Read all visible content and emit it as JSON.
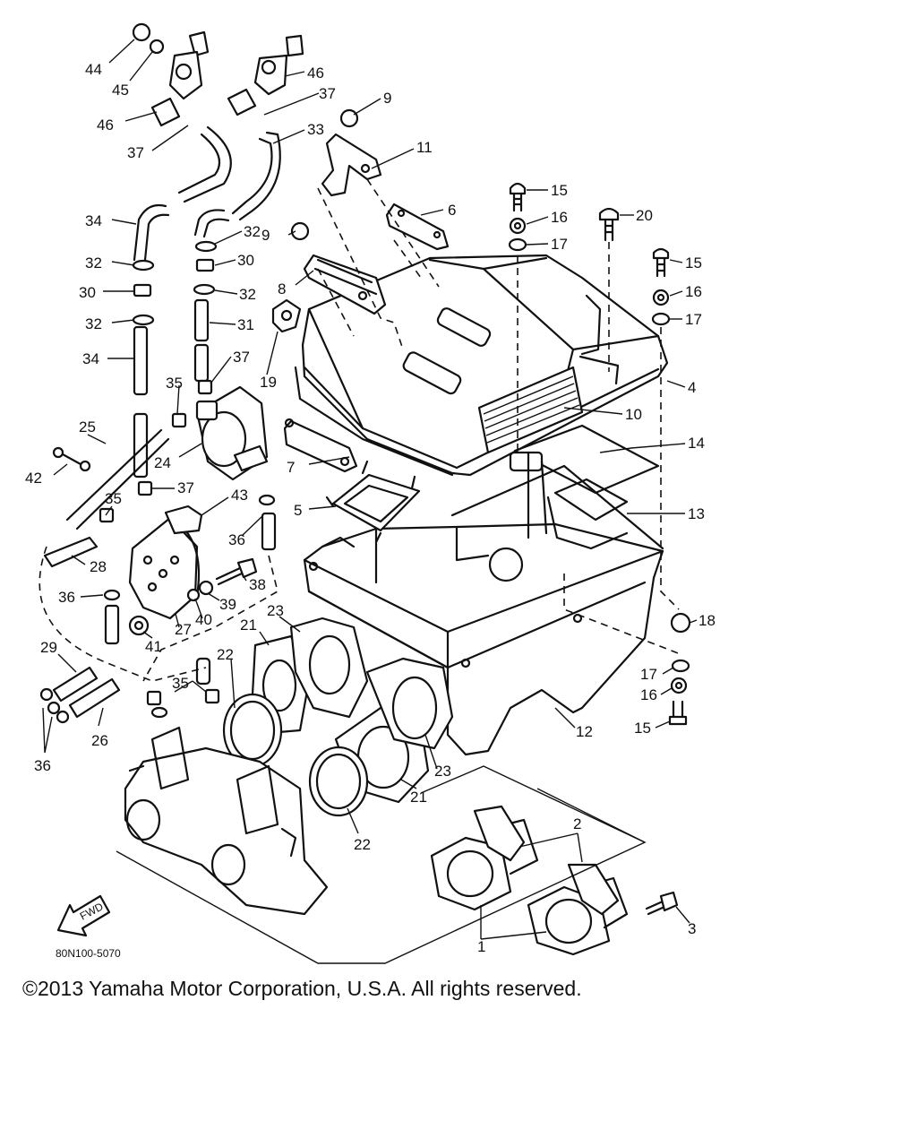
{
  "diagram": {
    "code": "80N100-5070",
    "fwd_label": "FWD",
    "callouts": {
      "c1": "1",
      "c2": "2",
      "c3": "3",
      "c4": "4",
      "c5": "5",
      "c6": "6",
      "c7": "7",
      "c8": "8",
      "c9a": "9",
      "c9b": "9",
      "c10": "10",
      "c11": "11",
      "c12": "12",
      "c13": "13",
      "c14": "14",
      "c15a": "15",
      "c15b": "15",
      "c15c": "15",
      "c16a": "16",
      "c16b": "16",
      "c16c": "16",
      "c17a": "17",
      "c17b": "17",
      "c17c": "17",
      "c18": "18",
      "c19": "19",
      "c20": "20",
      "c21a": "21",
      "c21b": "21",
      "c22a": "22",
      "c22b": "22",
      "c23a": "23",
      "c23b": "23",
      "c24": "24",
      "c25": "25",
      "c26": "26",
      "c27": "27",
      "c28": "28",
      "c29": "29",
      "c30a": "30",
      "c30b": "30",
      "c31": "31",
      "c32a": "32",
      "c32b": "32",
      "c32c": "32",
      "c32d": "32",
      "c33": "33",
      "c34a": "34",
      "c34b": "34",
      "c35a": "35",
      "c35b": "35",
      "c35c": "35",
      "c36a": "36",
      "c36b": "36",
      "c36c": "36",
      "c37a": "37",
      "c37b": "37",
      "c37c": "37",
      "c37d": "37",
      "c38": "38",
      "c39": "39",
      "c40": "40",
      "c41": "41",
      "c42": "42",
      "c43": "43",
      "c44": "44",
      "c45": "45",
      "c46a": "46",
      "c46b": "46"
    }
  },
  "copyright": "©2013 Yamaha Motor Corporation, U.S.A. All rights reserved."
}
